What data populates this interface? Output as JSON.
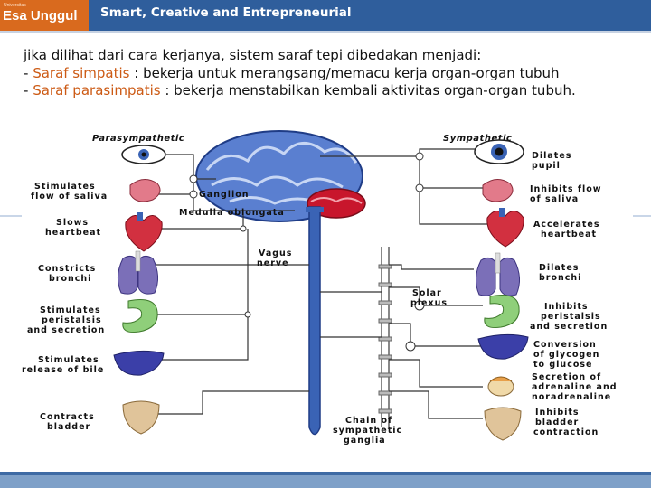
{
  "header": {
    "logo_small": "Universitas",
    "logo": "Esa Unggul",
    "tagline": "Smart, Creative and Entrepreneurial"
  },
  "content": {
    "intro": "jika dilihat dari cara kerjanya, sistem saraf tepi dibedakan menjadi:",
    "line1_prefix": "- ",
    "line1_term": "Saraf simpatis",
    "line1_rest": " : bekerja untuk merangsang/memacu kerja organ-organ tubuh",
    "line2_prefix": "- ",
    "line2_term": "Saraf parasimpatis",
    "line2_rest": " : bekerja menstabilkan kembali aktivitas organ-organ tubuh."
  },
  "diagram": {
    "left_heading": "Parasympathetic",
    "right_heading": "Sympathetic",
    "center_labels": {
      "ganglion": "Ganglion",
      "medulla": "Medulla oblongata",
      "vagus1": "Vagus",
      "vagus2": "nerve",
      "solar1": "Solar",
      "solar2": "plexus",
      "chain1": "Chain of",
      "chain2": "sympathetic",
      "chain3": "ganglia"
    },
    "left_labels": [
      [
        "Stimulates",
        "flow of saliva"
      ],
      [
        "Slows",
        "heartbeat"
      ],
      [
        "Constricts",
        "bronchi"
      ],
      [
        "Stimulates",
        "peristalsis",
        "and secretion"
      ],
      [
        "Stimulates",
        "release of bile"
      ],
      [
        "Contracts",
        "bladder"
      ]
    ],
    "right_labels": [
      [
        "Dilates",
        "pupil"
      ],
      [
        "Inhibits flow",
        "of saliva"
      ],
      [
        "Accelerates",
        "heartbeat"
      ],
      [
        "Dilates",
        "bronchi"
      ],
      [
        "Inhibits",
        "peristalsis",
        "and secretion"
      ],
      [
        "Conversion",
        "of glycogen",
        "to glucose"
      ],
      [
        "Secretion of",
        "adrenaline and",
        "noradrenaline"
      ],
      [
        "Inhibits",
        "bladder",
        "contraction"
      ]
    ]
  },
  "colors": {
    "header_bg": "#2f5e9c",
    "logo_bg": "#d96a1e",
    "highlight": "#cc5a14",
    "nerve_blue": "#3a63b5",
    "brain_red": "#c8162c"
  }
}
